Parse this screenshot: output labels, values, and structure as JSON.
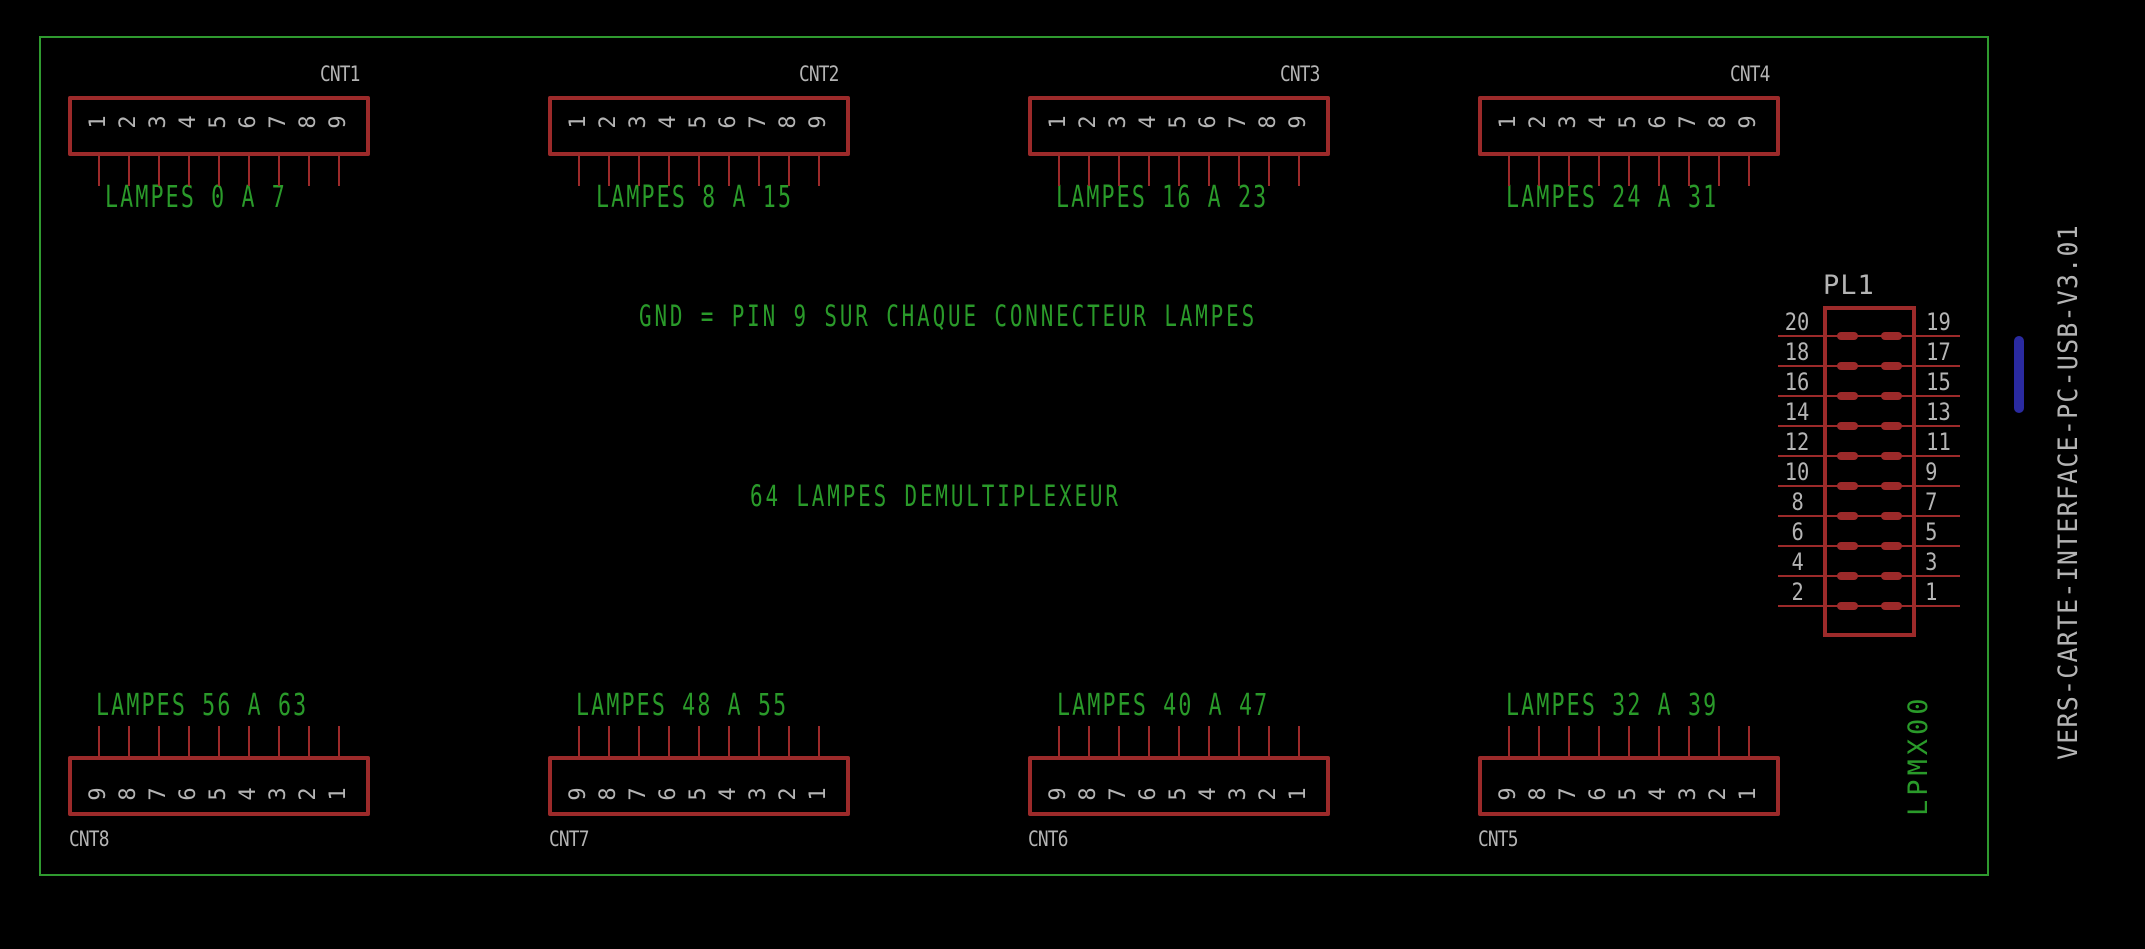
{
  "board": {
    "title": "64 LAMPES DEMULTIPLEXEUR",
    "note": "GND = PIN 9 SUR CHAQUE CONNECTEUR LAMPES",
    "part_value": "LPMX00",
    "side_label": "VERS-CARTE-INTERFACE-PC-USB-V3.01"
  },
  "connectors_top": [
    {
      "name": "CNT1",
      "label": "LAMPES 0 A 7",
      "pins": [
        "1",
        "2",
        "3",
        "4",
        "5",
        "6",
        "7",
        "8",
        "9"
      ]
    },
    {
      "name": "CNT2",
      "label": "LAMPES 8 A 15",
      "pins": [
        "1",
        "2",
        "3",
        "4",
        "5",
        "6",
        "7",
        "8",
        "9"
      ]
    },
    {
      "name": "CNT3",
      "label": "LAMPES 16 A 23",
      "pins": [
        "1",
        "2",
        "3",
        "4",
        "5",
        "6",
        "7",
        "8",
        "9"
      ]
    },
    {
      "name": "CNT4",
      "label": "LAMPES 24 A 31",
      "pins": [
        "1",
        "2",
        "3",
        "4",
        "5",
        "6",
        "7",
        "8",
        "9"
      ]
    }
  ],
  "connectors_bottom": [
    {
      "name": "CNT8",
      "label": "LAMPES 56 A 63",
      "pins": [
        "9",
        "8",
        "7",
        "6",
        "5",
        "4",
        "3",
        "2",
        "1"
      ]
    },
    {
      "name": "CNT7",
      "label": "LAMPES 48 A 55",
      "pins": [
        "9",
        "8",
        "7",
        "6",
        "5",
        "4",
        "3",
        "2",
        "1"
      ]
    },
    {
      "name": "CNT6",
      "label": "LAMPES 40 A 47",
      "pins": [
        "9",
        "8",
        "7",
        "6",
        "5",
        "4",
        "3",
        "2",
        "1"
      ]
    },
    {
      "name": "CNT5",
      "label": "LAMPES 32 A 39",
      "pins": [
        "9",
        "8",
        "7",
        "6",
        "5",
        "4",
        "3",
        "2",
        "1"
      ]
    }
  ],
  "header_pl1": {
    "name": "PL1",
    "left_pins": [
      "20",
      "18",
      "16",
      "14",
      "12",
      "10",
      "8",
      "6",
      "4",
      "2"
    ],
    "right_pins": [
      "19",
      "17",
      "15",
      "13",
      "11",
      "9",
      "7",
      "5",
      "3",
      "1"
    ]
  },
  "colors": {
    "background": "#000000",
    "outline": "#2f9a2f",
    "symbol": "#9c2a2a",
    "text_green": "#2a9a2a",
    "text_gray": "#b4b4b4",
    "marker_blue": "#2a2aa0"
  }
}
